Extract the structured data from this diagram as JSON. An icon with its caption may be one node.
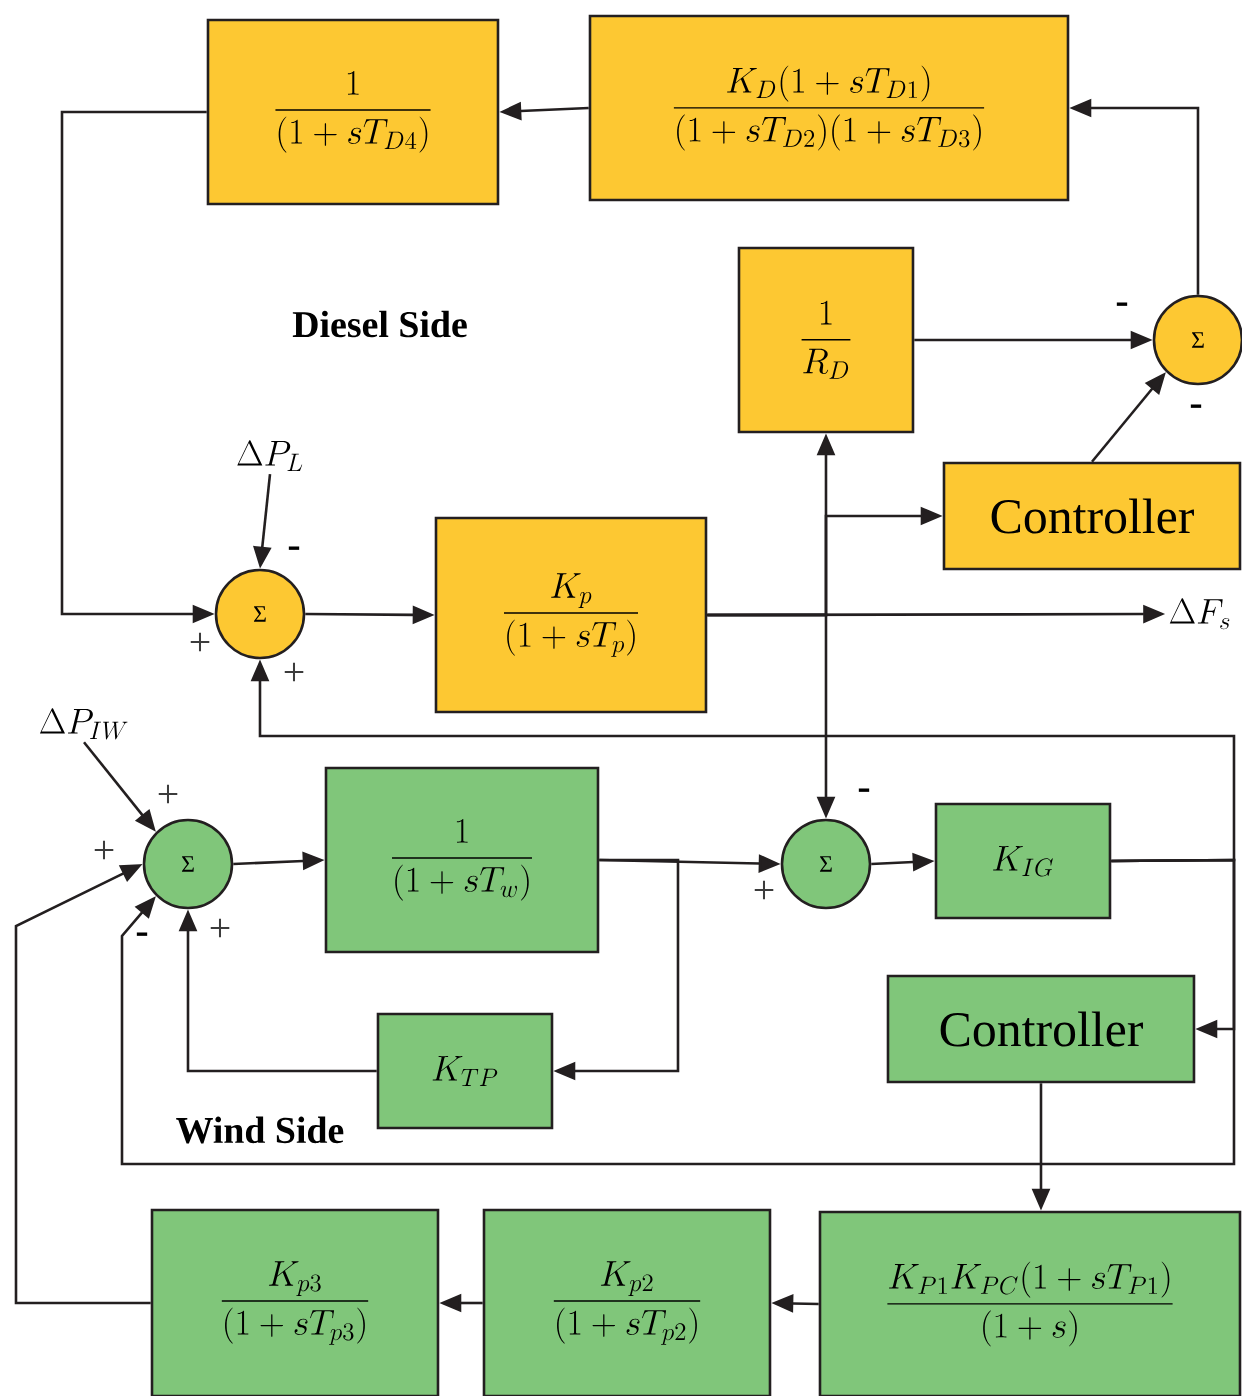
{
  "diagram": {
    "nodes": [
      {
        "text": [
          "\\frac{1}{(1+sT_{D4})}"
        ]
      },
      {
        "text": [
          "\\frac{K_D(1+sT_{D1})}{(1+sT_{D2})(1+sT_{D3})}"
        ]
      },
      {
        "text": [
          "\\frac{1}{R_D}"
        ]
      },
      {
        "text": [
          "Σ"
        ]
      },
      {
        "text": [
          "Controller"
        ]
      },
      {
        "text": [
          "\\Delta P_L"
        ]
      },
      {
        "text": [
          "Σ"
        ]
      },
      {
        "text": [
          "\\frac{K_p}{(1+sT_p)}"
        ]
      },
      {
        "text": [
          "\\Delta F_s"
        ]
      },
      {
        "text": [
          "\\Delta P_{IW}"
        ]
      },
      {
        "text": [
          "Σ"
        ]
      },
      {
        "text": [
          "\\frac{1}{(1+sT_w)}"
        ]
      },
      {
        "text": [
          "Σ"
        ]
      },
      {
        "text": [
          "K_{IG}"
        ]
      },
      {
        "text": [
          "Controller"
        ]
      },
      {
        "text": [
          "K_{TP}"
        ]
      },
      {
        "text": [
          "\\frac{K_{P1}K_{PC}(1+sT_{P1})}{(1+s)}"
        ]
      },
      {
        "text": [
          "\\frac{K_{p2}}{(1+sT_{p2})}"
        ]
      },
      {
        "text": [
          "\\frac{K_{p3}}{(1+sT_{p3})}"
        ]
      }
    ],
    "edges": [
      {
        "from": 3,
        "to": 1,
        "arrow": "to"
      },
      {
        "from": 1,
        "to": 0,
        "arrow": "to"
      },
      {
        "from": 0,
        "to": 6,
        "arrow": "to"
      },
      {
        "from": 5,
        "to": 6,
        "arrow": "to"
      },
      {
        "from": 6,
        "to": 7,
        "arrow": "to"
      },
      {
        "from": 7,
        "to": 8,
        "arrow": "to"
      },
      {
        "from": 7,
        "to": 2,
        "arrow": "to"
      },
      {
        "from": 7,
        "to": 4,
        "arrow": "to"
      },
      {
        "from": 7,
        "to": 12,
        "arrow": "to"
      },
      {
        "from": 2,
        "to": 3,
        "arrow": "to"
      },
      {
        "from": 4,
        "to": 3,
        "arrow": "to"
      },
      {
        "from": 9,
        "to": 10,
        "arrow": "to"
      },
      {
        "from": 10,
        "to": 11,
        "arrow": "to"
      },
      {
        "from": 11,
        "to": 12,
        "arrow": "to"
      },
      {
        "from": 11,
        "to": 15,
        "arrow": "to"
      },
      {
        "from": 15,
        "to": 10,
        "arrow": "to"
      },
      {
        "from": 12,
        "to": 13,
        "arrow": "to"
      },
      {
        "from": 13,
        "to": 6,
        "arrow": "to"
      },
      {
        "from": 13,
        "to": 14,
        "arrow": "to"
      },
      {
        "from": 13,
        "to": 10,
        "arrow": "to"
      },
      {
        "from": 14,
        "to": 16,
        "arrow": "to"
      },
      {
        "from": 16,
        "to": 17,
        "arrow": "to"
      },
      {
        "from": 17,
        "to": 18,
        "arrow": "to"
      },
      {
        "from": 18,
        "to": 10,
        "arrow": "to"
      }
    ],
    "labels": [
      "-",
      "Diesel Side",
      "-",
      "-",
      "+",
      "+",
      "+",
      "+",
      "-",
      "+",
      "-",
      "+",
      "Wind Side"
    ]
  }
}
